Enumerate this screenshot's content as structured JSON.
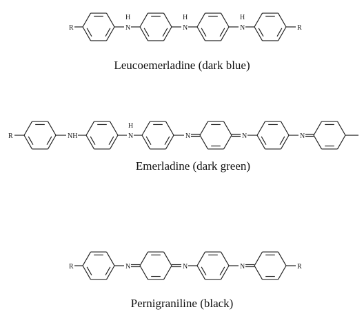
{
  "molecules": [
    {
      "caption": "Leucoemerladine (dark blue)",
      "substituent_left": "R",
      "substituent_right": "R",
      "rings": [
        "benzenoid",
        "benzenoid",
        "benzenoid",
        "benzenoid"
      ],
      "linkers": [
        {
          "label": "N",
          "h_above": "H"
        },
        {
          "label": "N",
          "h_above": "H"
        },
        {
          "label": "N",
          "h_above": "H"
        }
      ]
    },
    {
      "caption": "Emerladine (dark green)",
      "substituent_left": "R",
      "rings": [
        "benzenoid",
        "benzenoid",
        "benzenoid",
        "quinoid",
        "benzenoid",
        "quinoid"
      ],
      "linkers": [
        {
          "label": "NH"
        },
        {
          "label": "N",
          "h_above": "H"
        },
        {
          "label": "N"
        },
        {
          "label": "N"
        },
        {
          "label": "N"
        }
      ]
    },
    {
      "caption": "Pernigraniline (black)",
      "substituent_left": "R",
      "substituent_right": "R",
      "rings": [
        "benzenoid",
        "quinoid",
        "benzenoid",
        "quinoid"
      ],
      "linkers": [
        {
          "label": "N"
        },
        {
          "label": "N"
        },
        {
          "label": "N"
        }
      ]
    }
  ],
  "colors": {
    "bond": "#222222",
    "text": "#111111",
    "background": "#ffffff"
  }
}
